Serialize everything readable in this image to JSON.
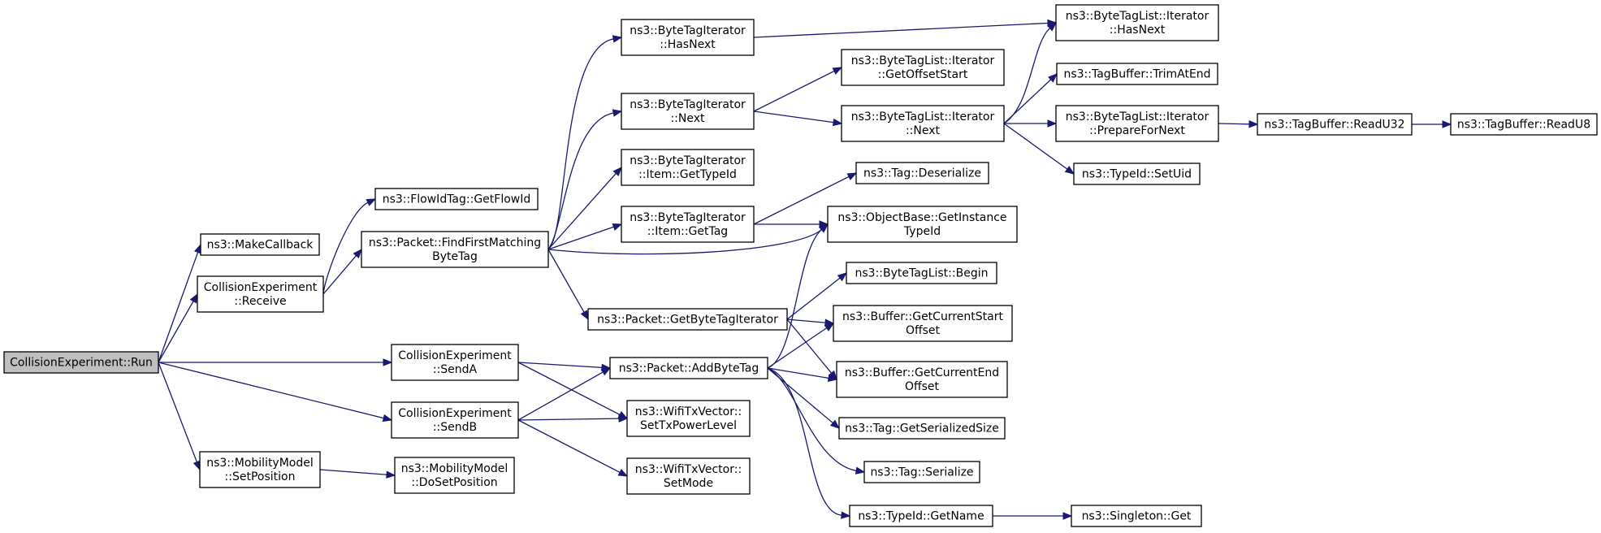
{
  "nodes": [
    {
      "id": "run",
      "lines": [
        "CollisionExperiment::Run"
      ]
    },
    {
      "id": "makecb",
      "lines": [
        "ns3::MakeCallback"
      ]
    },
    {
      "id": "receive",
      "lines": [
        "CollisionExperiment",
        "::Receive"
      ]
    },
    {
      "id": "senda",
      "lines": [
        "CollisionExperiment",
        "::SendA"
      ]
    },
    {
      "id": "sendb",
      "lines": [
        "CollisionExperiment",
        "::SendB"
      ]
    },
    {
      "id": "setpos",
      "lines": [
        "ns3::MobilityModel",
        "::SetPosition"
      ]
    },
    {
      "id": "flowid",
      "lines": [
        "ns3::FlowIdTag::GetFlowId"
      ]
    },
    {
      "id": "findfirst",
      "lines": [
        "ns3::Packet::FindFirstMatching",
        "ByteTag"
      ]
    },
    {
      "id": "dosetpos",
      "lines": [
        "ns3::MobilityModel",
        "::DoSetPosition"
      ]
    },
    {
      "id": "bti_hasnext",
      "lines": [
        "ns3::ByteTagIterator",
        "::HasNext"
      ]
    },
    {
      "id": "bti_next",
      "lines": [
        "ns3::ByteTagIterator",
        "::Next"
      ]
    },
    {
      "id": "bti_gettypeid",
      "lines": [
        "ns3::ByteTagIterator",
        "::Item::GetTypeId"
      ]
    },
    {
      "id": "bti_gettag",
      "lines": [
        "ns3::ByteTagIterator",
        "::Item::GetTag"
      ]
    },
    {
      "id": "getbti",
      "lines": [
        "ns3::Packet::GetByteTagIterator"
      ]
    },
    {
      "id": "addbytetag",
      "lines": [
        "ns3::Packet::AddByteTag"
      ]
    },
    {
      "id": "settxpower",
      "lines": [
        "ns3::WifiTxVector::",
        "SetTxPowerLevel"
      ]
    },
    {
      "id": "setmode",
      "lines": [
        "ns3::WifiTxVector::",
        "SetMode"
      ]
    },
    {
      "id": "btli_getoffset",
      "lines": [
        "ns3::ByteTagList::Iterator",
        "::GetOffsetStart"
      ]
    },
    {
      "id": "btli_next",
      "lines": [
        "ns3::ByteTagList::Iterator",
        "::Next"
      ]
    },
    {
      "id": "tag_deser",
      "lines": [
        "ns3::Tag::Deserialize"
      ]
    },
    {
      "id": "getinstance",
      "lines": [
        "ns3::ObjectBase::GetInstance",
        "TypeId"
      ]
    },
    {
      "id": "btl_begin",
      "lines": [
        "ns3::ByteTagList::Begin"
      ]
    },
    {
      "id": "buf_start",
      "lines": [
        "ns3::Buffer::GetCurrentStart",
        "Offset"
      ]
    },
    {
      "id": "buf_end",
      "lines": [
        "ns3::Buffer::GetCurrentEnd",
        "Offset"
      ]
    },
    {
      "id": "tag_size",
      "lines": [
        "ns3::Tag::GetSerializedSize"
      ]
    },
    {
      "id": "tag_ser",
      "lines": [
        "ns3::Tag::Serialize"
      ]
    },
    {
      "id": "typeid_getname",
      "lines": [
        "ns3::TypeId::GetName"
      ]
    },
    {
      "id": "btli_hasnext",
      "lines": [
        "ns3::ByteTagList::Iterator",
        "::HasNext"
      ]
    },
    {
      "id": "tb_trim",
      "lines": [
        "ns3::TagBuffer::TrimAtEnd"
      ]
    },
    {
      "id": "btli_prepare",
      "lines": [
        "ns3::ByteTagList::Iterator",
        "::PrepareForNext"
      ]
    },
    {
      "id": "typeid_setuid",
      "lines": [
        "ns3::TypeId::SetUid"
      ]
    },
    {
      "id": "singleton",
      "lines": [
        "ns3::Singleton::Get"
      ]
    },
    {
      "id": "tb_readu32",
      "lines": [
        "ns3::TagBuffer::ReadU32"
      ]
    },
    {
      "id": "tb_readu8",
      "lines": [
        "ns3::TagBuffer::ReadU8"
      ]
    }
  ],
  "edges": [
    [
      "run",
      "makecb"
    ],
    [
      "run",
      "receive"
    ],
    [
      "run",
      "senda"
    ],
    [
      "run",
      "sendb"
    ],
    [
      "run",
      "setpos"
    ],
    [
      "receive",
      "flowid"
    ],
    [
      "receive",
      "findfirst"
    ],
    [
      "findfirst",
      "bti_hasnext"
    ],
    [
      "findfirst",
      "bti_next"
    ],
    [
      "findfirst",
      "bti_gettypeid"
    ],
    [
      "findfirst",
      "bti_gettag"
    ],
    [
      "findfirst",
      "getinstance"
    ],
    [
      "findfirst",
      "getbti"
    ],
    [
      "senda",
      "addbytetag"
    ],
    [
      "senda",
      "settxpower"
    ],
    [
      "sendb",
      "addbytetag"
    ],
    [
      "sendb",
      "settxpower"
    ],
    [
      "sendb",
      "setmode"
    ],
    [
      "setpos",
      "dosetpos"
    ],
    [
      "bti_hasnext",
      "btli_hasnext"
    ],
    [
      "bti_next",
      "btli_getoffset"
    ],
    [
      "bti_next",
      "btli_next"
    ],
    [
      "bti_gettag",
      "tag_deser"
    ],
    [
      "bti_gettag",
      "getinstance"
    ],
    [
      "getbti",
      "btl_begin"
    ],
    [
      "getbti",
      "buf_start"
    ],
    [
      "getbti",
      "buf_end"
    ],
    [
      "addbytetag",
      "getinstance"
    ],
    [
      "addbytetag",
      "buf_start"
    ],
    [
      "addbytetag",
      "buf_end"
    ],
    [
      "addbytetag",
      "tag_size"
    ],
    [
      "addbytetag",
      "tag_ser"
    ],
    [
      "addbytetag",
      "typeid_getname"
    ],
    [
      "btli_next",
      "btli_hasnext"
    ],
    [
      "btli_next",
      "tb_trim"
    ],
    [
      "btli_next",
      "btli_prepare"
    ],
    [
      "btli_next",
      "typeid_setuid"
    ],
    [
      "btli_prepare",
      "tb_readu32"
    ],
    [
      "tb_readu32",
      "tb_readu8"
    ],
    [
      "typeid_getname",
      "singleton"
    ]
  ]
}
